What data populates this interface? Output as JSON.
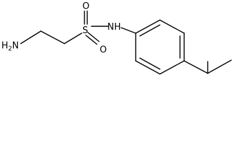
{
  "molecule": {
    "atoms": {
      "amine": {
        "text": "H",
        "subscript": "2",
        "suffix": "N"
      },
      "sulfur": "S",
      "oxygen_top": "O",
      "oxygen_bottom": "O",
      "amide_nitrogen": "NH"
    }
  }
}
